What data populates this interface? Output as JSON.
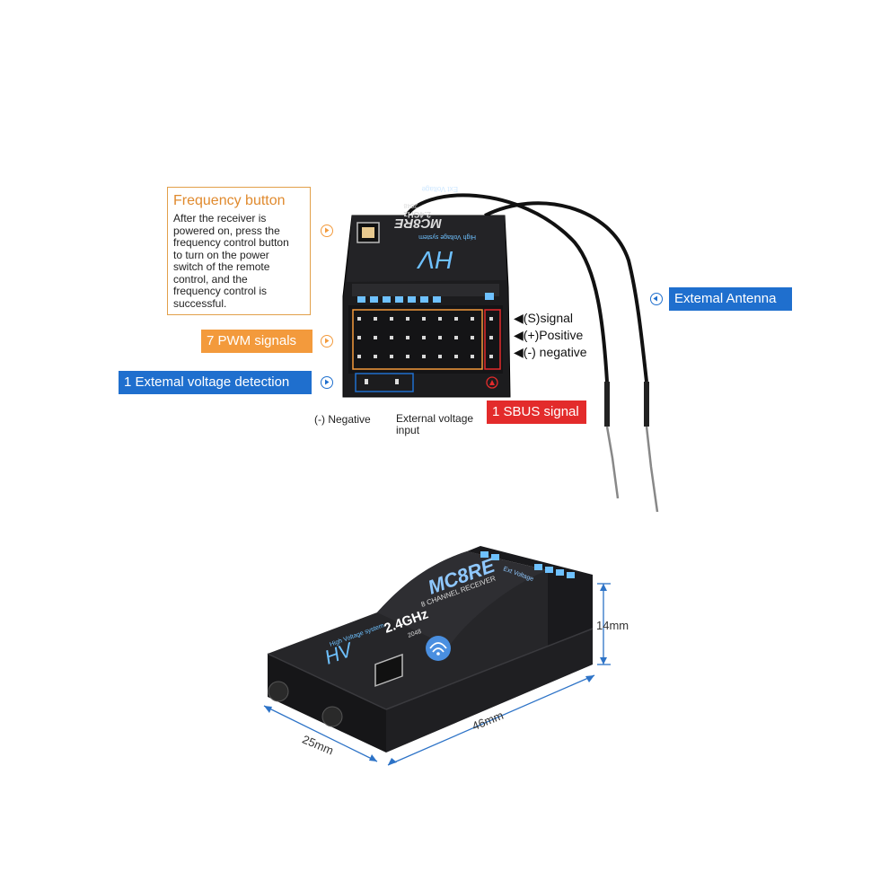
{
  "callouts": {
    "frequency_title": "Frequency button",
    "frequency_lines": [
      "After the receiver is",
      "powered on, press the",
      "frequency control button",
      "to turn on the power",
      "switch of the remote",
      "control, and the",
      "frequency control is",
      "successful."
    ],
    "pwm": "7 PWM signals",
    "voltage_detection": "1 Extemal voltage detection",
    "antenna": "Extemal Antenna",
    "sbus": "1 SBUS signal",
    "signal": "(S)signal",
    "positive": "(+)Positive",
    "negative": "(-) negative",
    "neg_label": "(-) Negative",
    "ext_voltage_line1": "External voltage",
    "ext_voltage_line2": "input"
  },
  "device": {
    "top_brand": "HV",
    "top_subtitle": "High Voltage system",
    "top_model": "MC8RE",
    "top_freq": "2.4GHz",
    "top_code": "2048",
    "ext_voltage": "Ext Voltage",
    "side_model": "MC8RE",
    "side_channel": "8 CHANNEL RECEIVER",
    "side_freq": "2.4GHz",
    "side_code": "2048",
    "side_brand": "HV",
    "side_subtitle": "High Voltage system"
  },
  "dimensions": {
    "height": "14mm",
    "length": "46mm",
    "width": "25mm"
  },
  "colors": {
    "orange": "#f39a3c",
    "blue": "#1f6fce",
    "red": "#e32b2b",
    "device": "#1c1c1e",
    "accent": "#6ec1ff"
  }
}
